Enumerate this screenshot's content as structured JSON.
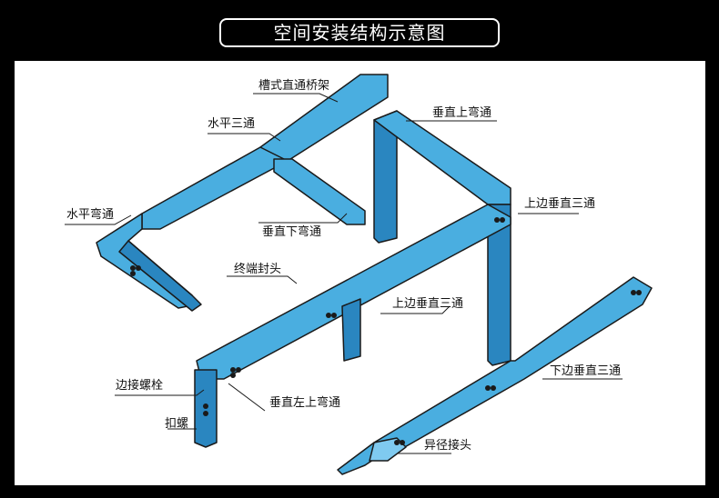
{
  "title": "空间安装结构示意图",
  "colors": {
    "tray_fill": "#4aaee0",
    "tray_dark": "#2a86c0",
    "tray_light": "#7fcaf0",
    "outline": "#1a1a1a",
    "background": "#000000",
    "canvas": "#ffffff"
  },
  "labels": {
    "trough_straight": "槽式直通桥架",
    "horizontal_tee": "水平三通",
    "vertical_up_bend": "垂直上弯通",
    "horizontal_bend": "水平弯通",
    "vertical_down_bend": "垂直下弯通",
    "upper_side_vertical_tee_right": "上边垂直三通",
    "end_cap": "终端封头",
    "upper_side_vertical_tee_mid": "上边垂直三通",
    "edge_bolt": "边接螺栓",
    "vertical_left_up_bend": "垂直左上弯通",
    "lower_side_vertical_tee": "下边垂直三通",
    "clasp_bolt": "扣螺",
    "reducer": "异径接头"
  }
}
